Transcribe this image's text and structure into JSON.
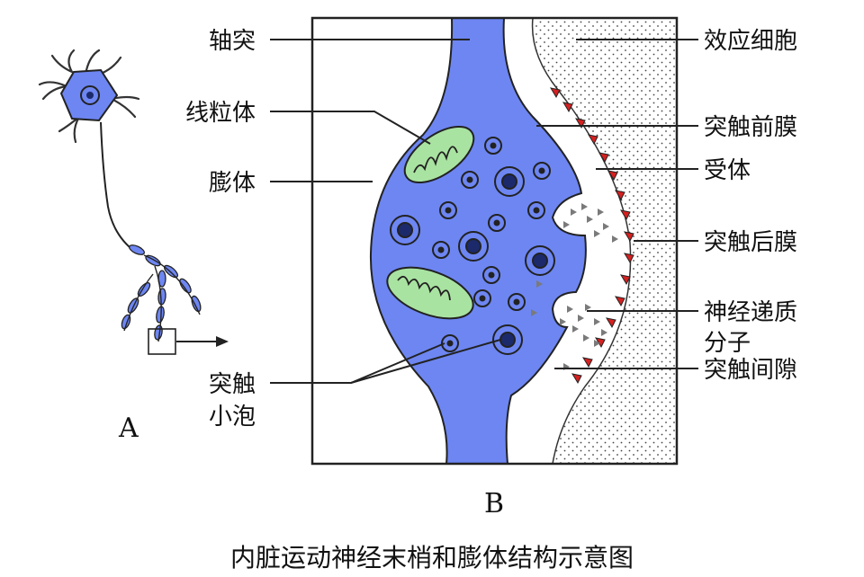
{
  "labels": {
    "axon": "轴突",
    "mitochondria": "线粒体",
    "varicosity": "膨体",
    "vesicle_line1": "突触",
    "vesicle_line2": "小泡",
    "effector_cell": "效应细胞",
    "presynaptic_membrane": "突触前膜",
    "receptor": "受体",
    "postsynaptic_membrane": "突触后膜",
    "neurotransmitter_line1": "神经递质",
    "neurotransmitter_line2": "分子",
    "synaptic_cleft": "突触间隙"
  },
  "panels": {
    "a": "A",
    "b": "B"
  },
  "caption": "内脏运动神经末梢和膨体结构示意图",
  "colors": {
    "neuron_blue": "#6d86f2",
    "mito_green": "#a9e3a1",
    "vesicle_dark": "#1c2a6b",
    "receptor_red": "#d62020",
    "transmitter_gray": "#7a7a7a",
    "effector_dots": "#444444"
  }
}
